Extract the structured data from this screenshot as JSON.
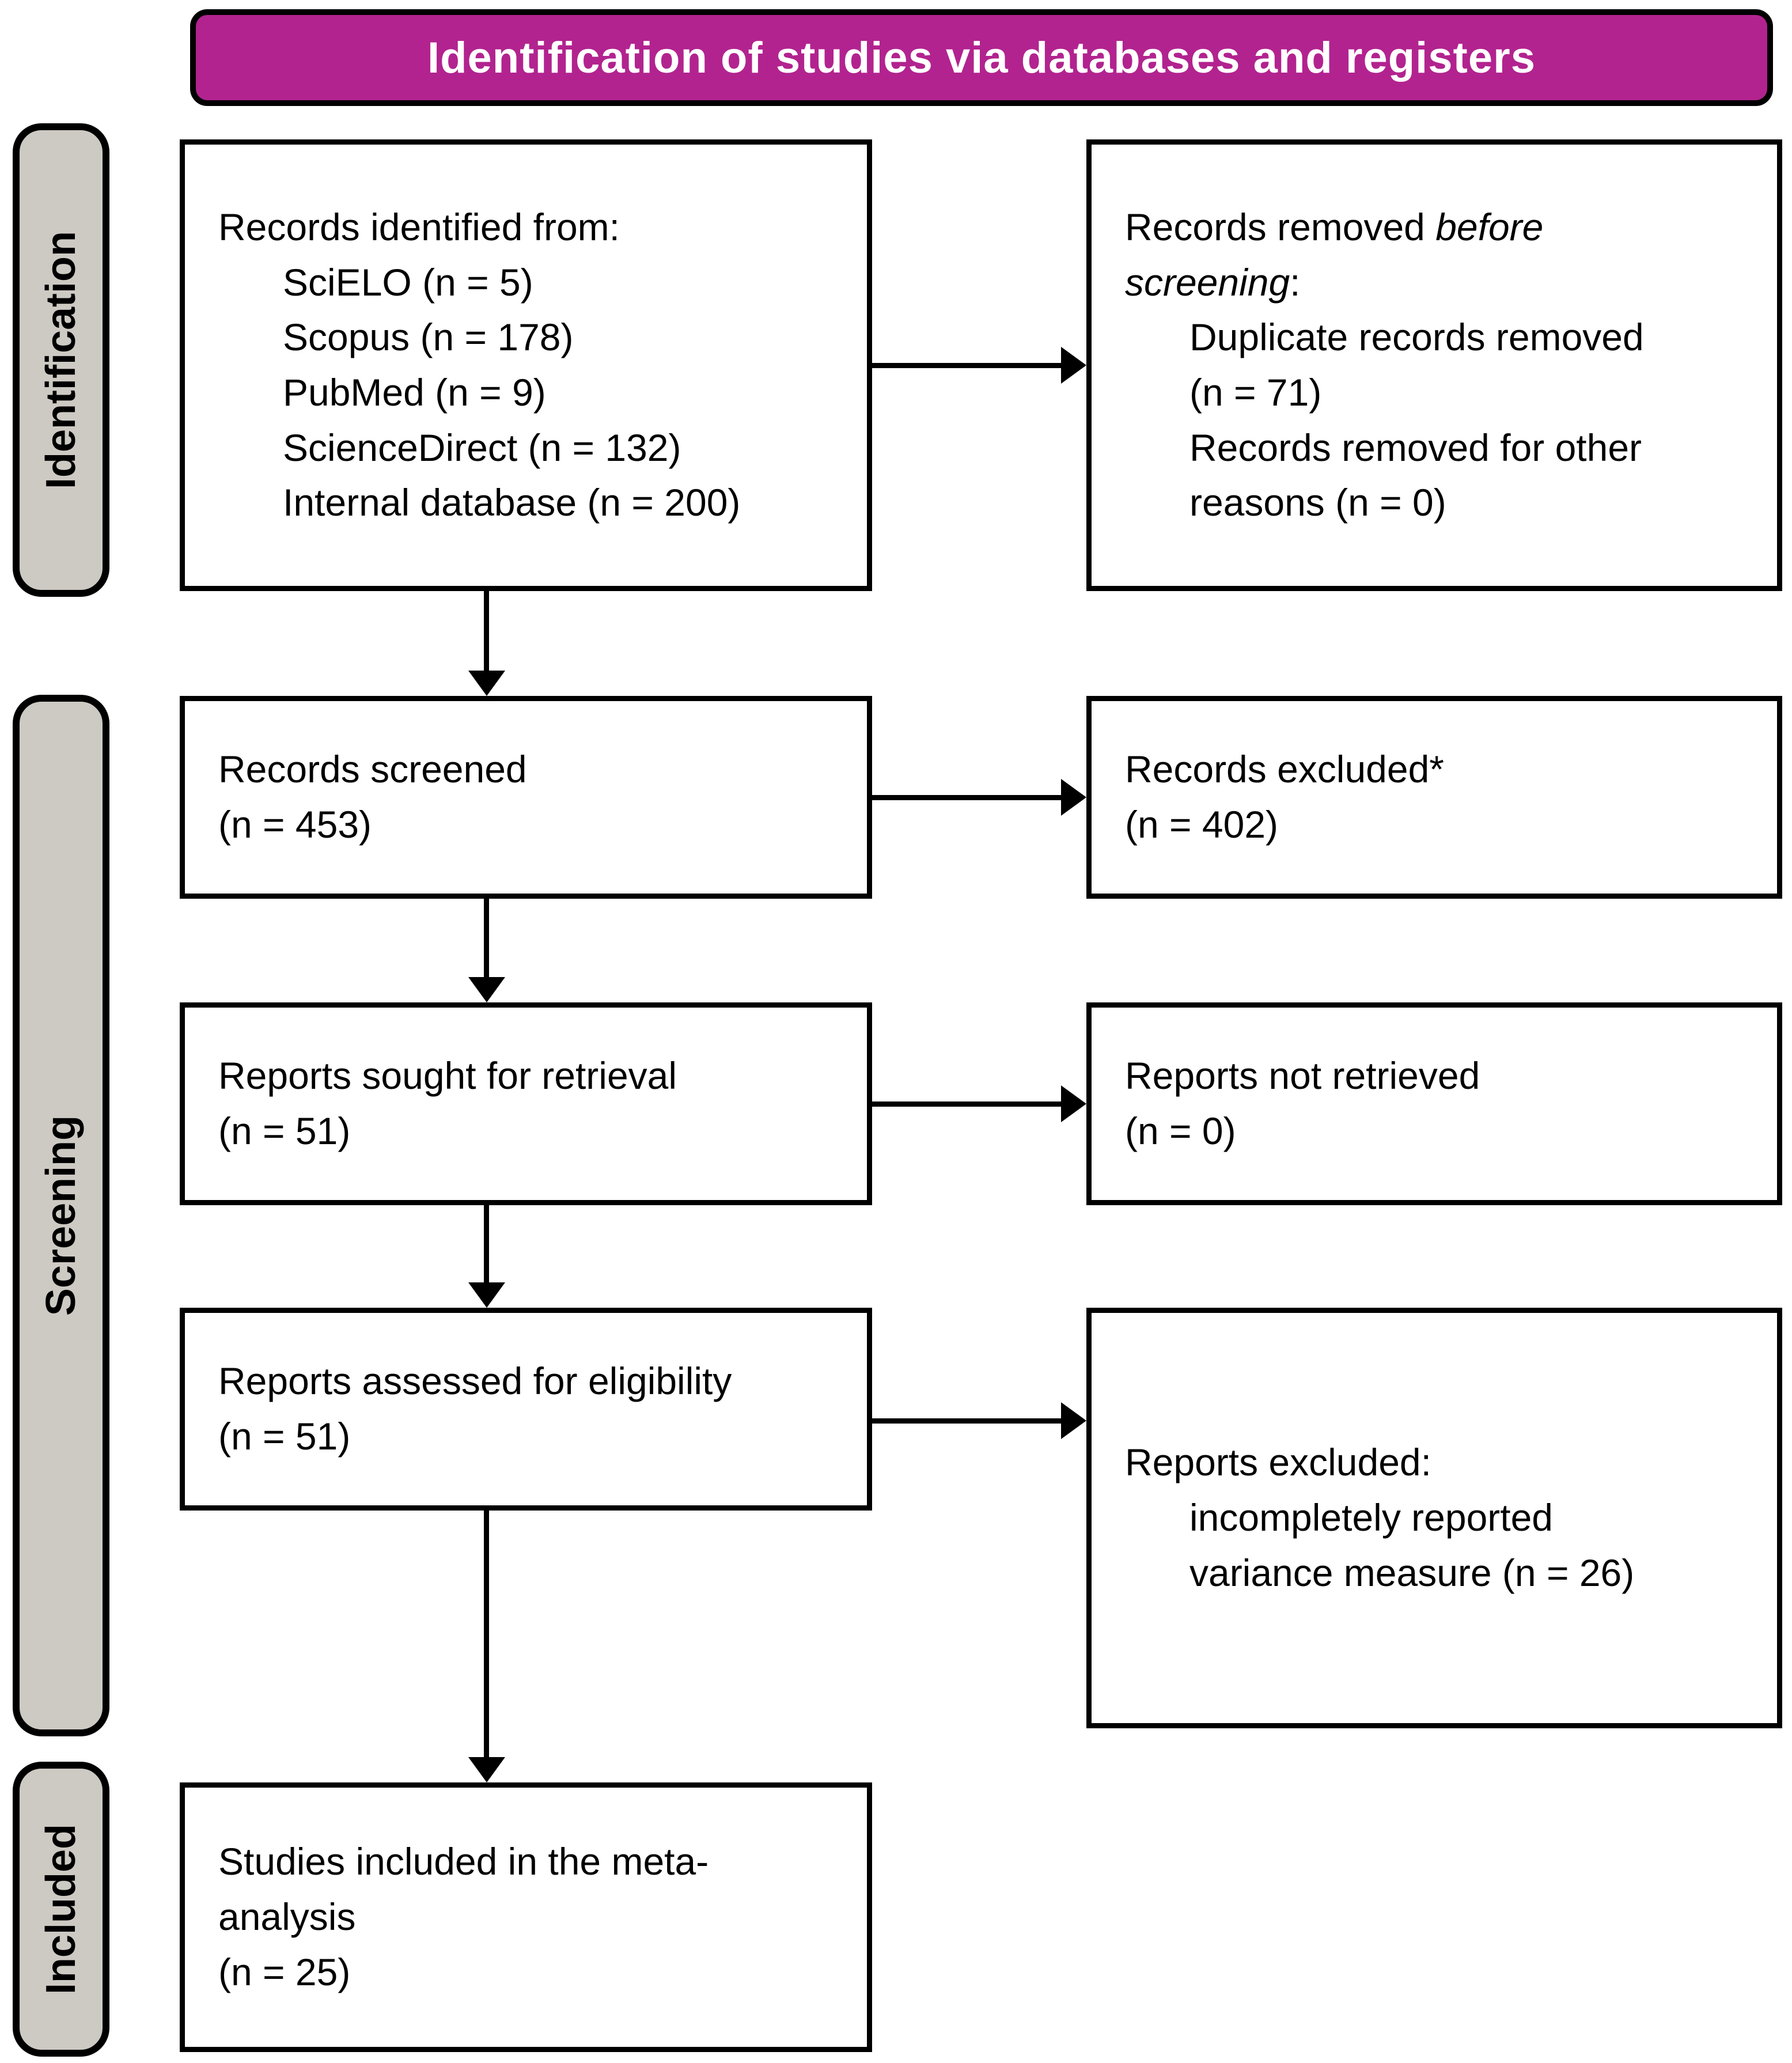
{
  "header": {
    "title": "Identification of studies via databases and registers"
  },
  "side_labels": {
    "identification": "Identification",
    "screening": "Screening",
    "included": "Included"
  },
  "boxes": {
    "records_identified": {
      "intro": "Records identified from:",
      "items": [
        "SciELO (n = 5)",
        "Scopus (n = 178)",
        "PubMed (n = 9)",
        "ScienceDirect (n = 132)",
        "Internal database (n = 200)"
      ]
    },
    "records_removed": {
      "intro_prefix": "Records removed ",
      "intro_italic": "before\nscreening",
      "intro_suffix": ":",
      "items": [
        "Duplicate records removed\n(n = 71)",
        "Records removed for other\nreasons (n = 0)"
      ]
    },
    "records_screened": {
      "text": "Records screened\n(n = 453)"
    },
    "records_excluded": {
      "text": "Records excluded*\n(n = 402)"
    },
    "reports_sought": {
      "text": "Reports sought for retrieval\n(n = 51)"
    },
    "reports_not_retrieved": {
      "text": "Reports not retrieved\n(n = 0)"
    },
    "reports_assessed": {
      "text": "Reports assessed for eligibility\n(n = 51)"
    },
    "reports_excluded": {
      "intro": "Reports excluded:",
      "items": [
        "incompletely reported\nvariance measure (n = 26)"
      ]
    },
    "studies_included": {
      "text": "Studies included in the meta-\nanalysis\n(n = 25)"
    }
  },
  "colors": {
    "header_bg": "#b2238f",
    "label_bg": "#cdc9c3",
    "border": "#000000",
    "header_text": "#ffffff"
  }
}
